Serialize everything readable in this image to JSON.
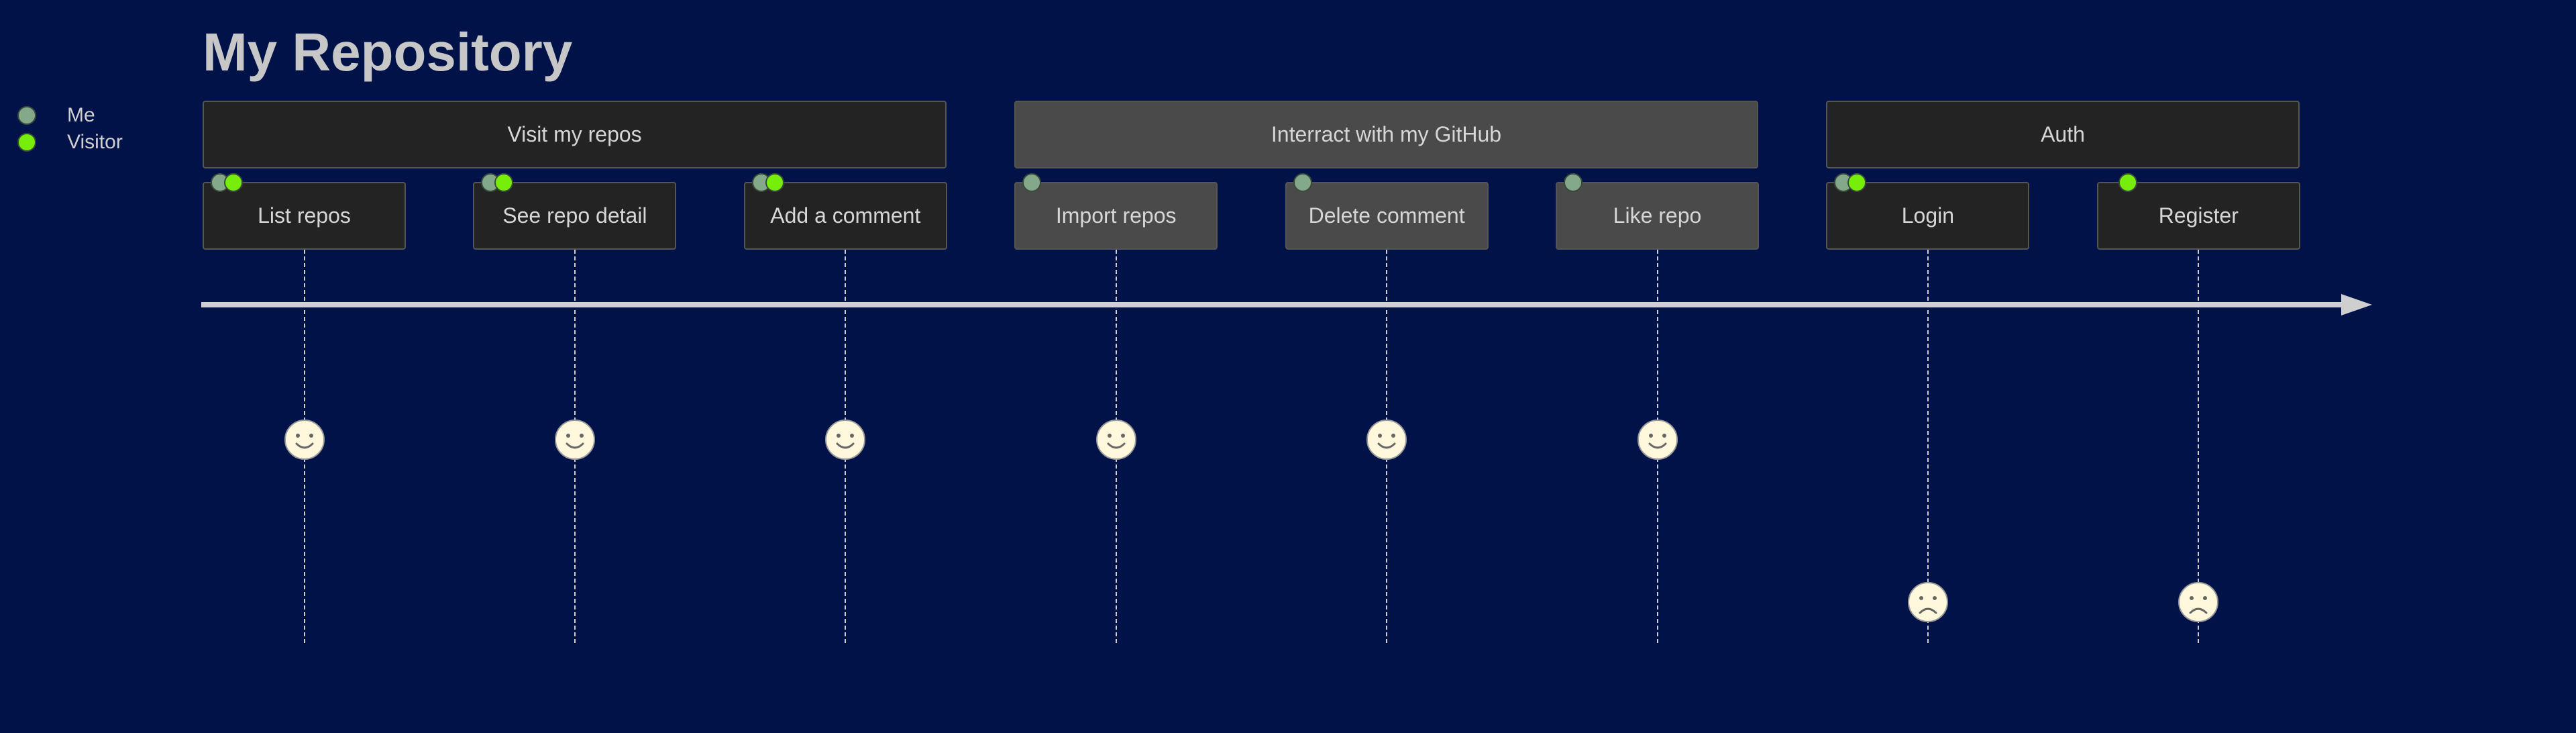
{
  "title": "My Repository",
  "legend": [
    {
      "label": "Me",
      "color": "#84a88a"
    },
    {
      "label": "Visitor",
      "color": "#76ee0a"
    }
  ],
  "sections": [
    {
      "label": "Visit my repos",
      "fill": "#232323"
    },
    {
      "label": "Interract with my GitHub",
      "fill": "#4a4a4a"
    },
    {
      "label": "Auth",
      "fill": "#232323"
    }
  ],
  "tasks": [
    {
      "label": "List repos",
      "section": 0,
      "actors": [
        "Me",
        "Visitor"
      ],
      "score": 5
    },
    {
      "label": "See repo detail",
      "section": 0,
      "actors": [
        "Me",
        "Visitor"
      ],
      "score": 5
    },
    {
      "label": "Add a comment",
      "section": 0,
      "actors": [
        "Me",
        "Visitor"
      ],
      "score": 5
    },
    {
      "label": "Import repos",
      "section": 1,
      "actors": [
        "Me"
      ],
      "score": 5
    },
    {
      "label": "Delete comment",
      "section": 1,
      "actors": [
        "Me"
      ],
      "score": 5
    },
    {
      "label": "Like repo",
      "section": 1,
      "actors": [
        "Me"
      ],
      "score": 5
    },
    {
      "label": "Login",
      "section": 2,
      "actors": [
        "Me",
        "Visitor"
      ],
      "score": 2
    },
    {
      "label": "Register",
      "section": 2,
      "actors": [
        "Visitor"
      ],
      "score": 2
    }
  ],
  "colors": {
    "background": "#001247",
    "line": "#cfcfcf",
    "face_fill": "#fff8dc",
    "face_stroke": "#999999"
  }
}
